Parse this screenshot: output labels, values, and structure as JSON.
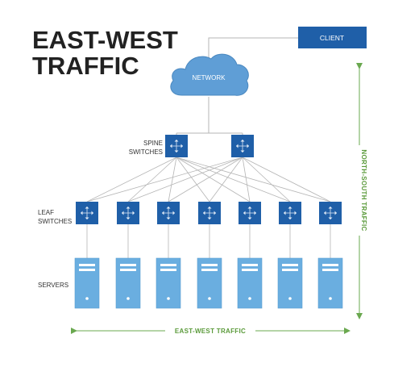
{
  "title": {
    "line1": "EAST-WEST",
    "line2": "TRAFFIC"
  },
  "client": {
    "label": "CLIENT"
  },
  "network": {
    "label": "NETWORK"
  },
  "spine": {
    "label_line1": "SPINE",
    "label_line2": "SWITCHES",
    "count": 2
  },
  "leaf": {
    "label_line1": "LEAF",
    "label_line2": "SWITCHES",
    "count": 7
  },
  "servers": {
    "label": "SERVERS",
    "count": 7
  },
  "traffic": {
    "east_west": "EAST-WEST TRAFFIC",
    "north_south": "NORTH-SOUTH TRAFFIC"
  },
  "colors": {
    "switch": "#1f5fa8",
    "client": "#1f5fa8",
    "cloud": "#5f9ed6",
    "server": "#6aaee0",
    "arrow": "#6aa84f",
    "links": "#b5b5b5"
  },
  "icons": {
    "switch": "four-way-arrows-icon",
    "network": "cloud-icon",
    "server": "server-tower-icon"
  }
}
